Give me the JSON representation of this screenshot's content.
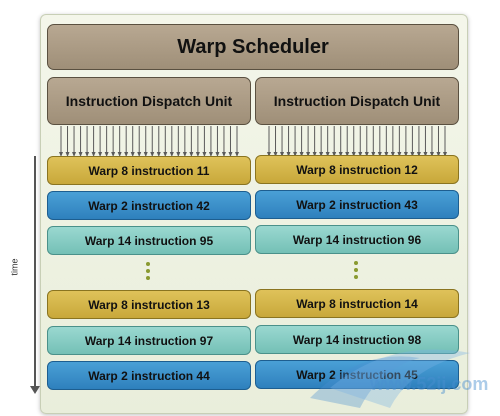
{
  "scheduler": {
    "label": "Warp Scheduler"
  },
  "dispatch": [
    {
      "label": "Instruction Dispatch Unit"
    },
    {
      "label": "Instruction Dispatch Unit"
    }
  ],
  "time_label": "time",
  "left_column": [
    {
      "label": "Warp 8 instruction 11",
      "color": "#d4b64a"
    },
    {
      "label": "Warp 2 instruction 42",
      "color": "#3a90cc"
    },
    {
      "label": "Warp 14 instruction 95",
      "color": "#86ccc3"
    },
    {
      "label": "Warp 8 instruction 13",
      "color": "#d4b64a"
    },
    {
      "label": "Warp 14 instruction 97",
      "color": "#86ccc3"
    },
    {
      "label": "Warp 2 instruction 44",
      "color": "#3a90cc"
    }
  ],
  "right_column": [
    {
      "label": "Warp 8 instruction 12",
      "color": "#d4b64a"
    },
    {
      "label": "Warp 2 instruction 43",
      "color": "#3a90cc"
    },
    {
      "label": "Warp 14 instruction 96",
      "color": "#86ccc3"
    },
    {
      "label": "Warp 8 instruction 14",
      "color": "#d4b64a"
    },
    {
      "label": "Warp 14 instruction 98",
      "color": "#86ccc3"
    },
    {
      "label": "Warp 2 instruction 45",
      "color": "#3a90cc"
    }
  ],
  "watermark": {
    "text": "www.52ij.com"
  }
}
